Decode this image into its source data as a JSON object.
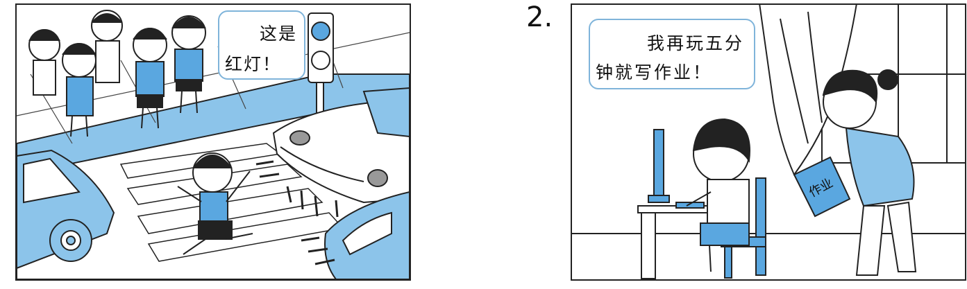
{
  "panel1": {
    "speech_line1": "这是",
    "speech_line2": "红灯！"
  },
  "panel2": {
    "number": "2.",
    "speech_line1": "我再玩五分",
    "speech_line2": "钟就写作业！",
    "book_label": "作业"
  },
  "colors": {
    "accent_blue": "#5aa7e0",
    "light_blue": "#b7d9f2",
    "outline": "#222222"
  }
}
